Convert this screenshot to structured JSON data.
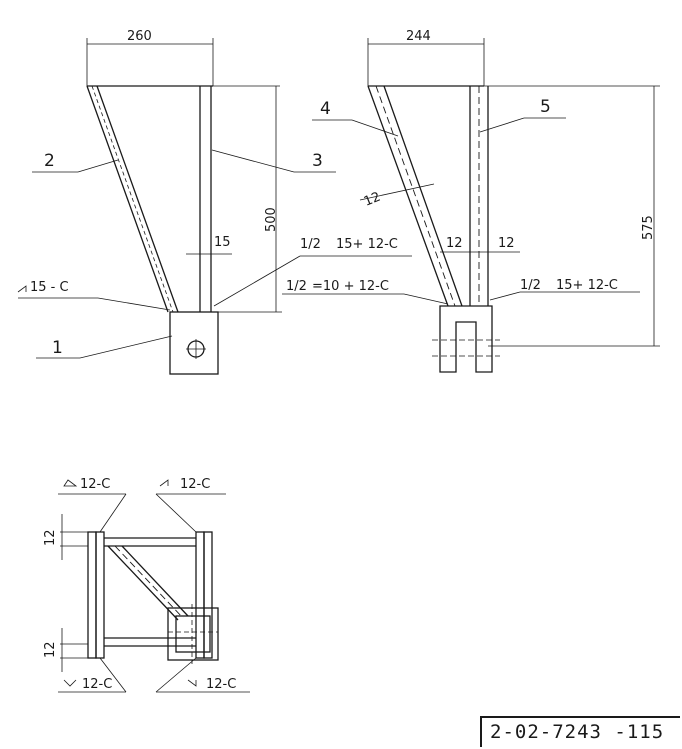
{
  "front_view": {
    "dim_width": "260",
    "dim_height": "500",
    "dim_plate": "15",
    "part_2": "2",
    "part_3": "3",
    "part_1": "1",
    "weld_left": "15 - C",
    "weld_right": "15+  12-C",
    "weld_right_frac": "1/2"
  },
  "side_view": {
    "dim_width": "244",
    "dim_height": "575",
    "dim_thk": "12",
    "dim_gap_left": "12",
    "dim_gap_right": "12",
    "part_4": "4",
    "part_5": "5",
    "weld_left": "=10 +  12-C",
    "weld_left_frac": "1/2",
    "weld_right": "15+  12-C",
    "weld_right_frac": "1/2"
  },
  "plan_view": {
    "weld_top_left": "12-C",
    "weld_top_right": "12-C",
    "weld_bottom_left": "12-C",
    "weld_bottom_right": "12-C",
    "dim_top": "12",
    "dim_bottom": "12"
  },
  "title_block": {
    "drawing_number": "2-02-7243 -115"
  }
}
